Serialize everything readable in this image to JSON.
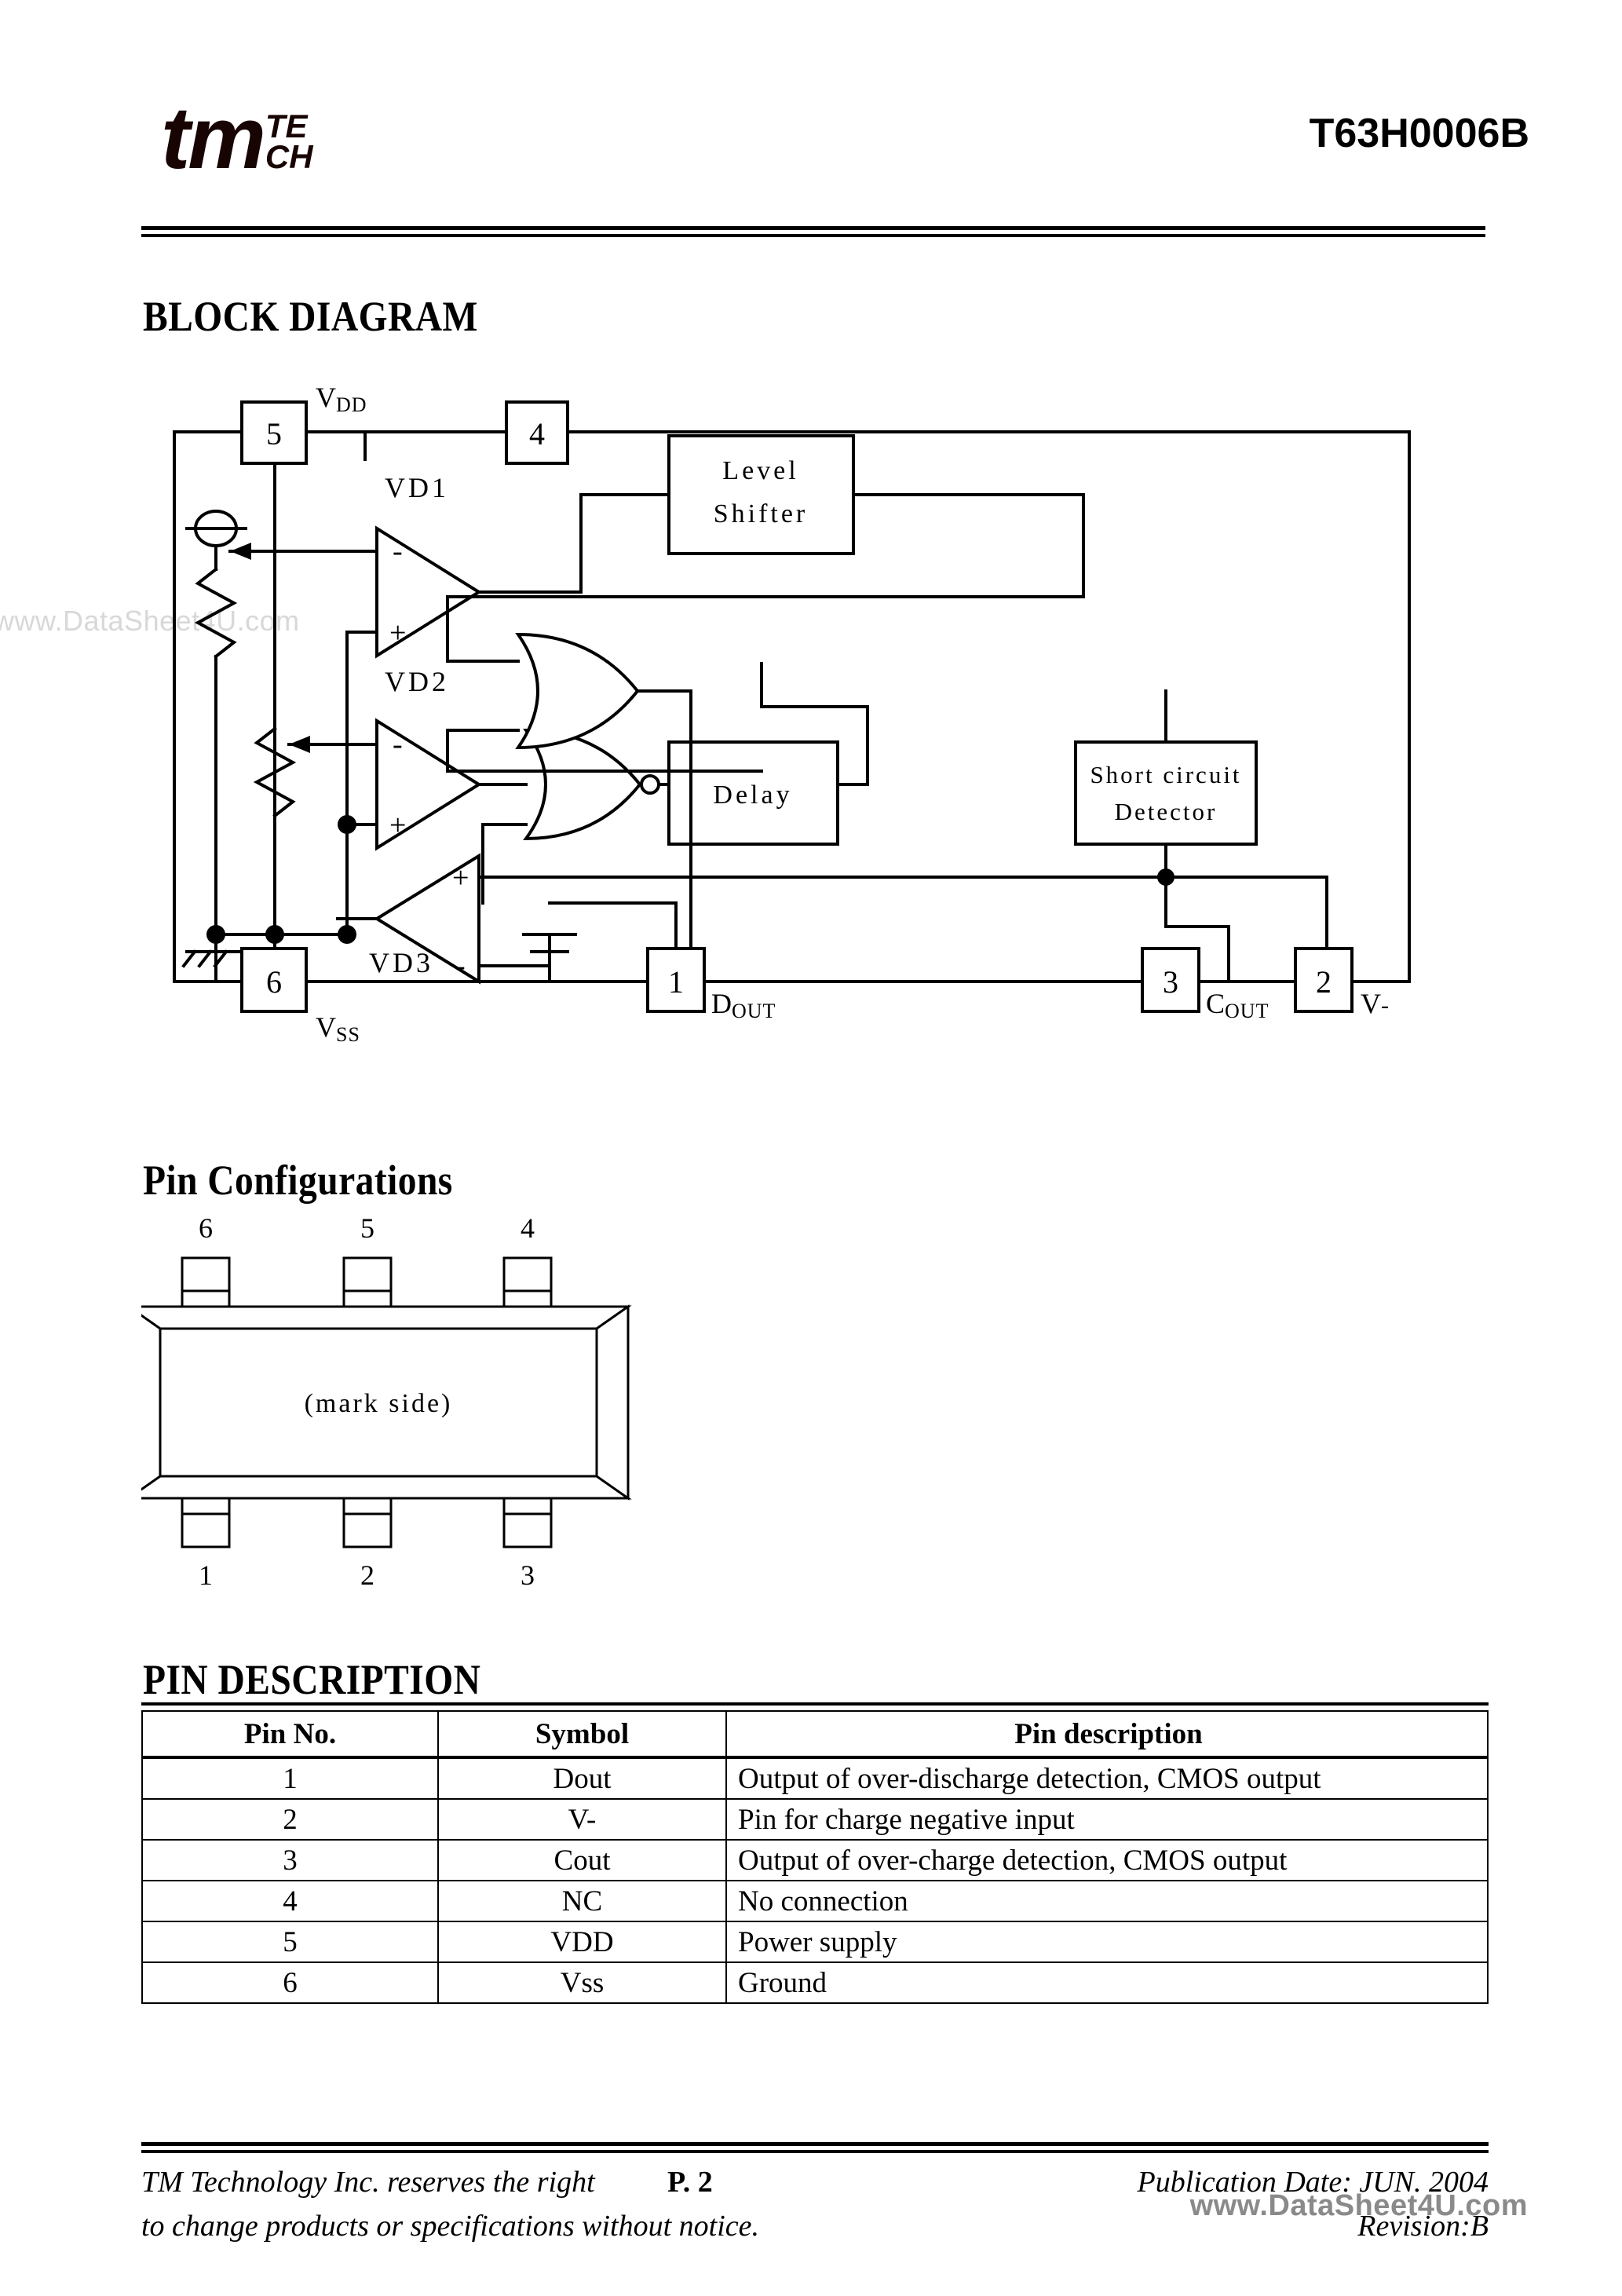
{
  "header": {
    "logo_main": "tm",
    "logo_sub_top": "TE",
    "logo_sub_bottom": "CH",
    "part_number": "T63H0006B"
  },
  "sections": {
    "block_diagram_title": "BLOCK DIAGRAM",
    "pin_configurations_title": "Pin Configurations",
    "pin_description_title": "PIN DESCRIPTION"
  },
  "block_diagram": {
    "pins": [
      {
        "number": "5",
        "label_main": "V",
        "label_sub": "DD"
      },
      {
        "number": "4",
        "label_main": "",
        "label_sub": ""
      },
      {
        "number": "6",
        "label_main": "V",
        "label_sub": "SS"
      },
      {
        "number": "1",
        "label_main": "D",
        "label_sub": "OUT"
      },
      {
        "number": "3",
        "label_main": "C",
        "label_sub": "OUT"
      },
      {
        "number": "2",
        "label_main": "V-",
        "label_sub": ""
      }
    ],
    "blocks": [
      {
        "line1": "Level",
        "line2": "Shifter"
      },
      {
        "line1": "Delay",
        "line2": ""
      },
      {
        "line1": "Short circuit",
        "line2": "Detector"
      }
    ],
    "comparators": [
      "VD1",
      "VD2",
      "VD3"
    ],
    "comparator_signs": {
      "minus": "-",
      "plus": "+"
    }
  },
  "pin_configurations": {
    "mark_side_label": "(mark side)",
    "top_pins": [
      "6",
      "5",
      "4"
    ],
    "bottom_pins": [
      "1",
      "2",
      "3"
    ]
  },
  "pin_table": {
    "columns": [
      "Pin No.",
      "Symbol",
      "Pin description"
    ],
    "rows": [
      {
        "pin": "1",
        "symbol": "Dout",
        "description": "Output of over-discharge detection, CMOS output"
      },
      {
        "pin": "2",
        "symbol": "V-",
        "description": "Pin for charge negative input"
      },
      {
        "pin": "3",
        "symbol": "Cout",
        "description": "Output of over-charge detection, CMOS output"
      },
      {
        "pin": "4",
        "symbol": "NC",
        "description": "No connection"
      },
      {
        "pin": "5",
        "symbol": "VDD",
        "description": "Power supply"
      },
      {
        "pin": "6",
        "symbol": "Vss",
        "description": "Ground"
      }
    ]
  },
  "footer": {
    "left_line1": "TM Technology Inc. reserves the right",
    "left_line2": "to change products or specifications without notice.",
    "page": "P. 2",
    "right_line1": "Publication Date: JUN. 2004",
    "right_line2": "Revision:B"
  },
  "watermark": {
    "left": "www.DataSheet4U.com",
    "bottom": "www.DataSheet4U.com"
  },
  "colors": {
    "ink": "#000000",
    "logo": "#190404",
    "watermark_light": "#d8d8d8",
    "watermark_dark": "#8a8a8a"
  }
}
